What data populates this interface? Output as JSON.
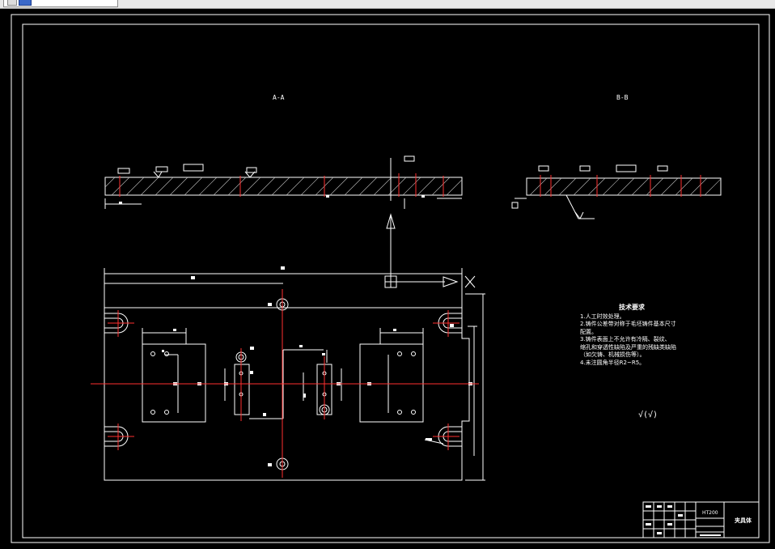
{
  "window": {
    "tab_icons": [
      "window-icon",
      "drawing-file-icon"
    ]
  },
  "drawing": {
    "section_aa": "A-A",
    "section_bb": "B-B",
    "check_mark": "√(√)",
    "colors": {
      "outline": "#ffffff",
      "centerline": "#ff3030",
      "background": "#000000",
      "hatch": "#ffffff"
    }
  },
  "technical_requirements": {
    "title": "技术要求",
    "lines": [
      "1.人工时效处理。",
      "2.铸件公差带对称于毛坯铸件基本尺寸",
      "配置。",
      "3.铸件表面上不允许有冷隔、裂纹、",
      "缩孔和穿透性缺陷及严重的残缺类缺陷",
      "（如欠铸、机械损伤等）。",
      "4.未注圆角半径R2~R5。"
    ]
  },
  "title_block": {
    "part_name": "夹具体",
    "material": "HT200"
  }
}
